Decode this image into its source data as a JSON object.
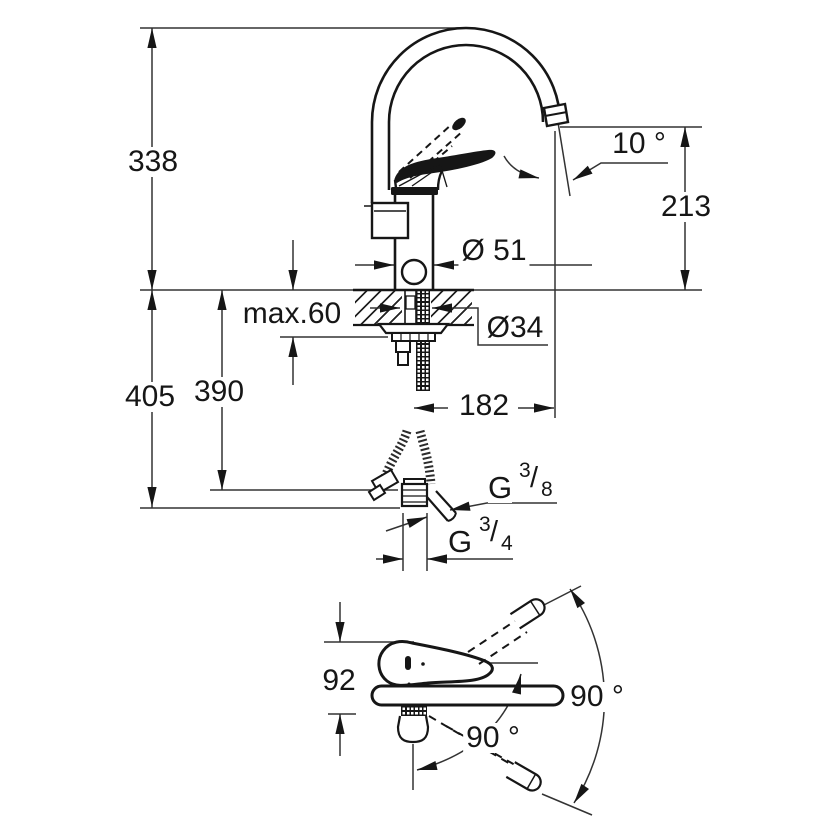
{
  "drawing": {
    "dims": {
      "height_overall": "338",
      "spout_height": "213",
      "base_to_hose_end": "405",
      "hose_length": "390",
      "spout_reach": "182",
      "base_depth": "92",
      "max_deck_thickness": "max.60",
      "body_diameter": "Ø 51",
      "hole_diameter": "Ø34"
    },
    "angles": {
      "spout_tilt": "10 °",
      "swivel_range_right": "90 °",
      "swivel_range_mid": "90 °"
    },
    "threads": {
      "g38": {
        "letter": "G",
        "num": "3",
        "slash": "/",
        "den": "8"
      },
      "g34": {
        "letter": "G",
        "num": "3",
        "slash": "/",
        "den": "4"
      }
    },
    "colors": {
      "line": "#161616",
      "background": "#ffffff"
    }
  }
}
